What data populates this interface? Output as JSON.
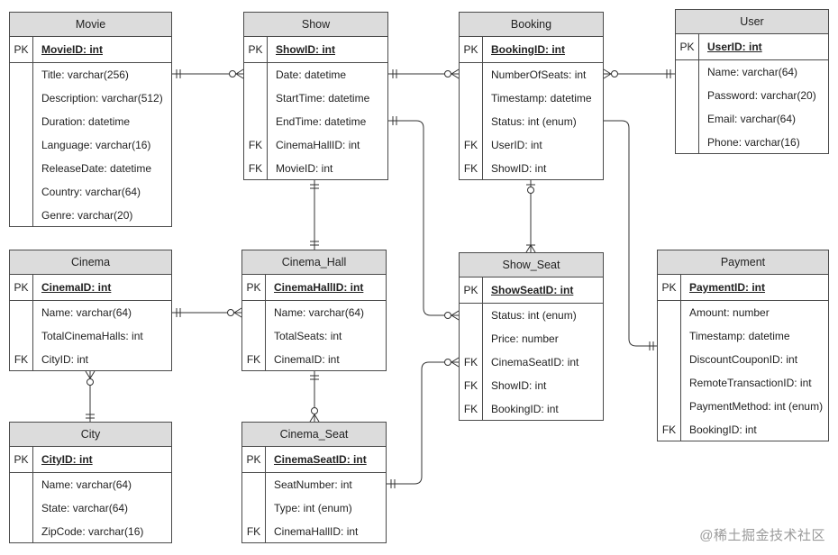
{
  "entities": {
    "movie": {
      "title": "Movie",
      "pk": {
        "key": "PK",
        "field": "MovieID: int"
      },
      "rows": [
        {
          "key": "",
          "field": "Title: varchar(256)"
        },
        {
          "key": "",
          "field": "Description: varchar(512)"
        },
        {
          "key": "",
          "field": "Duration: datetime"
        },
        {
          "key": "",
          "field": "Language: varchar(16)"
        },
        {
          "key": "",
          "field": "ReleaseDate: datetime"
        },
        {
          "key": "",
          "field": "Country: varchar(64)"
        },
        {
          "key": "",
          "field": "Genre: varchar(20)"
        }
      ]
    },
    "show": {
      "title": "Show",
      "pk": {
        "key": "PK",
        "field": "ShowID: int"
      },
      "rows": [
        {
          "key": "",
          "field": "Date: datetime"
        },
        {
          "key": "",
          "field": "StartTime: datetime"
        },
        {
          "key": "",
          "field": "EndTime: datetime"
        },
        {
          "key": "FK",
          "field": "CinemaHallID: int"
        },
        {
          "key": "FK",
          "field": "MovieID: int"
        }
      ]
    },
    "booking": {
      "title": "Booking",
      "pk": {
        "key": "PK",
        "field": "BookingID: int"
      },
      "rows": [
        {
          "key": "",
          "field": "NumberOfSeats: int"
        },
        {
          "key": "",
          "field": "Timestamp: datetime"
        },
        {
          "key": "",
          "field": "Status: int (enum)"
        },
        {
          "key": "FK",
          "field": "UserID: int"
        },
        {
          "key": "FK",
          "field": "ShowID: int"
        }
      ]
    },
    "user": {
      "title": "User",
      "pk": {
        "key": "PK",
        "field": "UserID: int"
      },
      "rows": [
        {
          "key": "",
          "field": "Name: varchar(64)"
        },
        {
          "key": "",
          "field": "Password: varchar(20)"
        },
        {
          "key": "",
          "field": "Email: varchar(64)"
        },
        {
          "key": "",
          "field": "Phone: varchar(16)"
        }
      ]
    },
    "cinema": {
      "title": "Cinema",
      "pk": {
        "key": "PK",
        "field": "CinemaID: int"
      },
      "rows": [
        {
          "key": "",
          "field": "Name: varchar(64)"
        },
        {
          "key": "",
          "field": "TotalCinemaHalls: int"
        },
        {
          "key": "FK",
          "field": "CityID: int"
        }
      ]
    },
    "cinema_hall": {
      "title": "Cinema_Hall",
      "pk": {
        "key": "PK",
        "field": "CinemaHallID: int"
      },
      "rows": [
        {
          "key": "",
          "field": "Name: varchar(64)"
        },
        {
          "key": "",
          "field": "TotalSeats: int"
        },
        {
          "key": "FK",
          "field": "CinemaID: int"
        }
      ]
    },
    "show_seat": {
      "title": "Show_Seat",
      "pk": {
        "key": "PK",
        "field": "ShowSeatID: int"
      },
      "rows": [
        {
          "key": "",
          "field": "Status: int (enum)"
        },
        {
          "key": "",
          "field": "Price: number"
        },
        {
          "key": "FK",
          "field": "CinemaSeatID: int"
        },
        {
          "key": "FK",
          "field": "ShowID: int"
        },
        {
          "key": "FK",
          "field": "BookingID: int"
        }
      ]
    },
    "payment": {
      "title": "Payment",
      "pk": {
        "key": "PK",
        "field": "PaymentID: int"
      },
      "rows": [
        {
          "key": "",
          "field": "Amount: number"
        },
        {
          "key": "",
          "field": "Timestamp: datetime"
        },
        {
          "key": "",
          "field": "DiscountCouponID: int"
        },
        {
          "key": "",
          "field": "RemoteTransactionID: int"
        },
        {
          "key": "",
          "field": "PaymentMethod: int (enum)"
        },
        {
          "key": "FK",
          "field": "BookingID: int"
        }
      ]
    },
    "city": {
      "title": "City",
      "pk": {
        "key": "PK",
        "field": "CityID: int"
      },
      "rows": [
        {
          "key": "",
          "field": "Name: varchar(64)"
        },
        {
          "key": "",
          "field": "State: varchar(64)"
        },
        {
          "key": "",
          "field": "ZipCode: varchar(16)"
        }
      ]
    },
    "cinema_seat": {
      "title": "Cinema_Seat",
      "pk": {
        "key": "PK",
        "field": "CinemaSeatID: int"
      },
      "rows": [
        {
          "key": "",
          "field": "SeatNumber: int"
        },
        {
          "key": "",
          "field": "Type: int (enum)"
        },
        {
          "key": "FK",
          "field": "CinemaHallID: int"
        }
      ]
    }
  },
  "watermark": "@稀土掘金技术社区",
  "colors": {
    "header_bg": "#dcdcdc",
    "border": "#4a4a4a",
    "line": "#333333"
  }
}
